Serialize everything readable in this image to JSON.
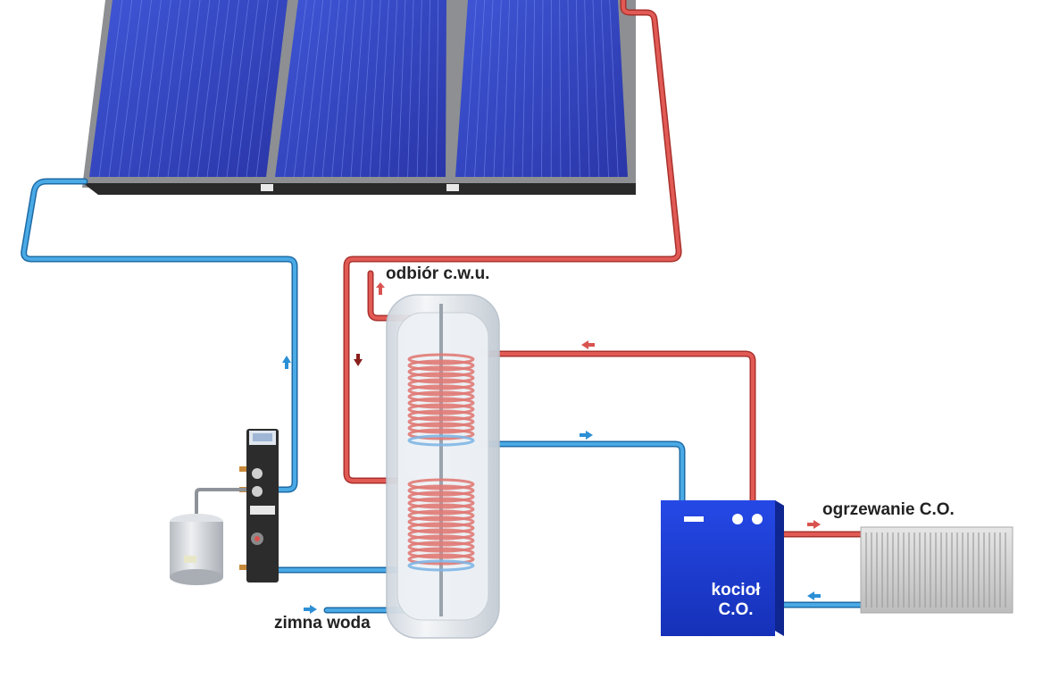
{
  "labels": {
    "dhw_outlet": "odbiór c.w.u.",
    "cold_water": "zimna woda",
    "central_heating": "ogrzewanie C.O.",
    "boiler_line1": "kocioł",
    "boiler_line2": "C.O."
  },
  "colors": {
    "hot_pipe": "#d9534f",
    "cold_pipe": "#3a9ad9",
    "panel_blue": "#2b3fb8",
    "boiler_blue": "#1e3ad0",
    "tank_glass": "#dfe5ec"
  },
  "icons": [
    "solar-panel-icon",
    "pump-station-icon",
    "expansion-vessel-icon",
    "water-tank-icon",
    "boiler-icon",
    "radiator-icon",
    "flow-arrow-icon"
  ]
}
